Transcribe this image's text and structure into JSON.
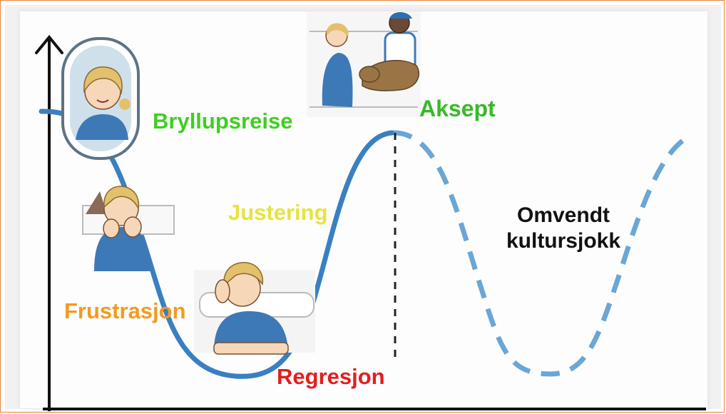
{
  "diagram": {
    "stages": [
      {
        "id": "honeymoon",
        "label": "Bryllupsreise",
        "color": "#3ecf1f"
      },
      {
        "id": "frustration",
        "label": "Frustrasjon",
        "color": "#f39a22"
      },
      {
        "id": "regression",
        "label": "Regresjon",
        "color": "#e51d1d"
      },
      {
        "id": "adjustment",
        "label": "Justering",
        "color": "#e7e341"
      },
      {
        "id": "acceptance",
        "label": "Aksept",
        "color": "#3ab82b"
      },
      {
        "id": "reverse",
        "label": "Omvendt kultursjokk",
        "color": "#111111"
      }
    ],
    "curve_color": "#3a7fc2",
    "dashed_curve_color": "#6aa6d6",
    "illustrations": [
      "woman-in-airplane-window",
      "woman-resting-chin-on-hands",
      "woman-holding-head-in-bed",
      "woman-and-man-petting-dog"
    ]
  }
}
